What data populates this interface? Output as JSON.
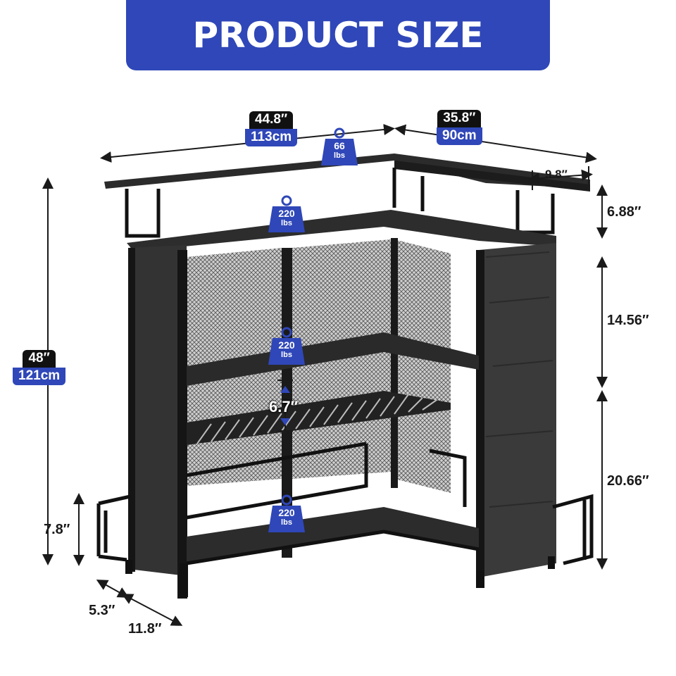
{
  "banner": {
    "title": "PRODUCT SIZE",
    "color": "#2f47b8"
  },
  "dimensions": {
    "width_long_in": "44.8″",
    "width_long_cm": "113cm",
    "width_short_in": "35.8″",
    "width_short_cm": "90cm",
    "height_in": "48″",
    "height_cm": "121cm",
    "top_depth": "9.8″",
    "top_gap": "6.88″",
    "middle_gap": "14.56″",
    "lower_gap": "20.66″",
    "footrest_height": "7.8″",
    "rack_gap": "6.7″",
    "foot_depth_small": "5.3″",
    "foot_depth_large": "11.8″"
  },
  "weights": [
    {
      "id": "top",
      "value": "66",
      "unit": "lbs"
    },
    {
      "id": "upper",
      "value": "220",
      "unit": "lbs"
    },
    {
      "id": "middle",
      "value": "220",
      "unit": "lbs"
    },
    {
      "id": "bottom",
      "value": "220",
      "unit": "lbs"
    }
  ],
  "colors": {
    "accent": "#2f47b8",
    "dark": "#111111",
    "furniture": "#2b2b2b"
  }
}
